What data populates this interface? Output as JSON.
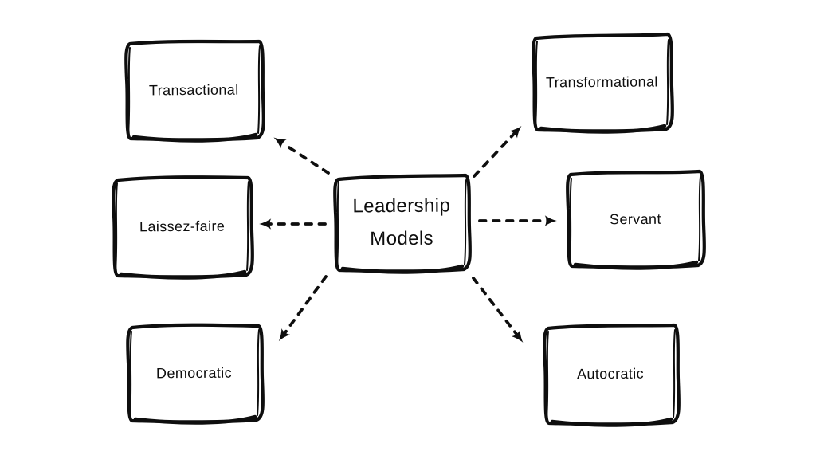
{
  "diagram": {
    "center": {
      "label": "Leadership Models"
    },
    "nodes": [
      {
        "id": "transactional",
        "label": "Transactional"
      },
      {
        "id": "transformational",
        "label": "Transformational"
      },
      {
        "id": "laissez-faire",
        "label": "Laissez-faire"
      },
      {
        "id": "servant",
        "label": "Servant"
      },
      {
        "id": "democratic",
        "label": "Democratic"
      },
      {
        "id": "autocratic",
        "label": "Autocratic"
      }
    ],
    "connections": [
      {
        "from": "Leadership Models",
        "to": "Transactional"
      },
      {
        "from": "Leadership Models",
        "to": "Transformational"
      },
      {
        "from": "Leadership Models",
        "to": "Laissez-faire"
      },
      {
        "from": "Leadership Models",
        "to": "Servant"
      },
      {
        "from": "Leadership Models",
        "to": "Democratic"
      },
      {
        "from": "Leadership Models",
        "to": "Autocratic"
      }
    ],
    "colors": {
      "ink": "#0e0e0e",
      "background": "#ffffff"
    }
  }
}
